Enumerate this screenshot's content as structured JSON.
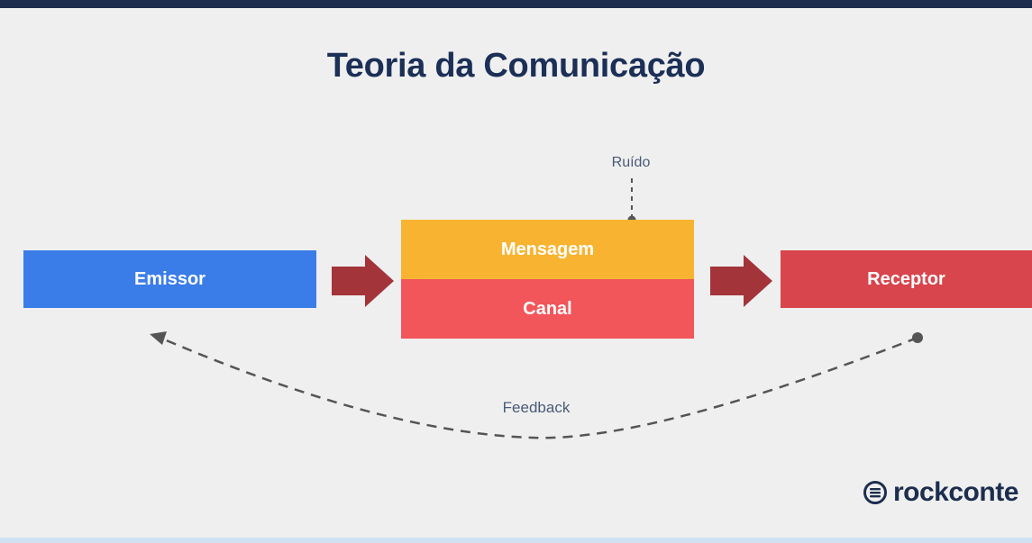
{
  "title": "Teoria da Comunicação",
  "nodes": {
    "emissor": "Emissor",
    "mensagem": "Mensagem",
    "canal": "Canal",
    "receptor": "Receptor"
  },
  "noise_label": "Ruído",
  "feedback_label": "Feedback",
  "brand": {
    "logo_text": "rockconte",
    "logo_icon": "rockcontent-logo-icon"
  },
  "colors": {
    "title": "#1b2f57",
    "emissor": "#3b7de8",
    "mensagem": "#f8b431",
    "canal": "#f2555a",
    "receptor": "#d8454c",
    "arrow": "#a3343a",
    "dashed": "#555555"
  }
}
